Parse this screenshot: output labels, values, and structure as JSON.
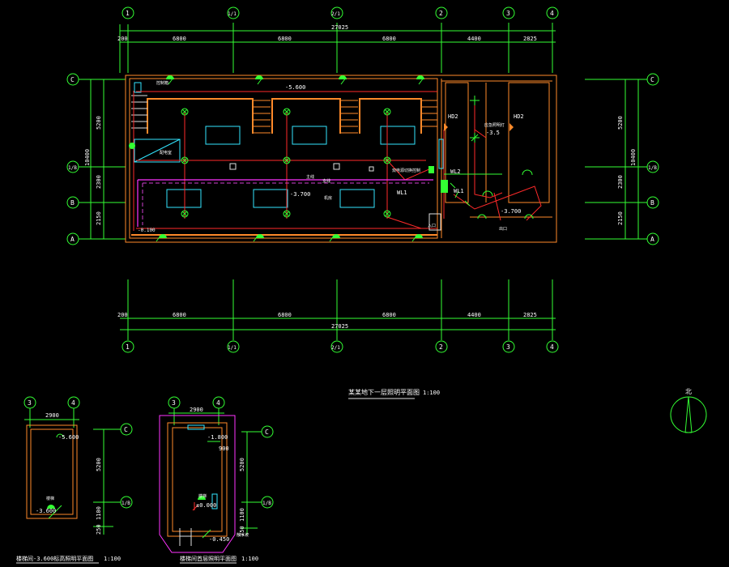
{
  "axes_top": [
    "1",
    "1/1",
    "2/1",
    "2",
    "3",
    "4"
  ],
  "axes_left": [
    "C",
    "1/B",
    "B",
    "A"
  ],
  "dims_top": [
    "200",
    "6800",
    "6800",
    "6800",
    "4400",
    "2825"
  ],
  "dims_total": "27025",
  "dims_left": [
    "5200",
    "2300",
    "2150"
  ],
  "dims_left_total": "10400",
  "levels": {
    "upper": "-5.600",
    "main": "-3.700",
    "right": "-3.700",
    "stair": "-3.5",
    "sw": "-0.100"
  },
  "labels": {
    "sw_room": "配电室",
    "ctl": "控制箱",
    "mains": "主线",
    "sub": "支线",
    "panel_ctl": "双电源切换控制",
    "wl2": "WL2",
    "wl1": "WL1",
    "wl3": "WL1",
    "hd1": "HD2",
    "hd2": "HD2",
    "light1": "应急照明灯",
    "door1": "入口",
    "door2": "出口",
    "room": "机房"
  },
  "main_title": "某某地下一层照明平面图",
  "main_scale": "1:100",
  "north": "北",
  "d1": {
    "axes": [
      "3",
      "4"
    ],
    "axes_right": [
      "C",
      "1/B"
    ],
    "dim_top": "2900",
    "dims_right": [
      "5200",
      "1100",
      "250"
    ],
    "level_top": "-5.600",
    "level_bot": "-3.600",
    "label": "楼梯",
    "title": "楼梯间-3.600标高照明平面图",
    "scale": "1:100"
  },
  "d2": {
    "axes": [
      "3",
      "4"
    ],
    "axes_right": [
      "C",
      "1/B"
    ],
    "dim_top": "2900",
    "dim_mid": "900",
    "dims_right": [
      "5200",
      "1100",
      "250"
    ],
    "level_top": "-1.800",
    "level_mid": "±0.000",
    "level_bot": "-0.450",
    "label": "楼梯",
    "note": "散水坡",
    "title": "楼梯间首层照明平面图",
    "scale": "1:100"
  }
}
